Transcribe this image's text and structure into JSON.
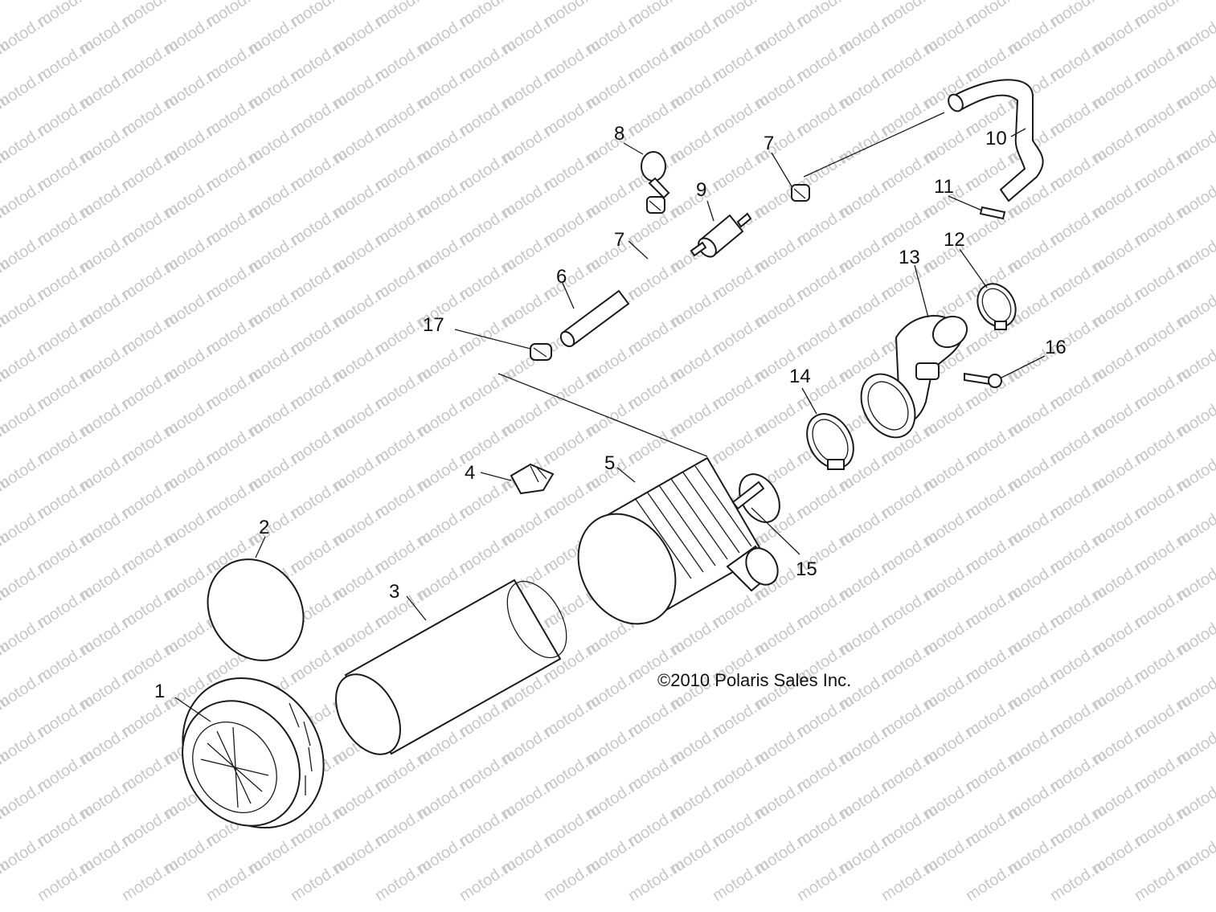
{
  "watermark": {
    "text": "motod.ru"
  },
  "copyright": "©2010 Polaris Sales Inc.",
  "callouts": [
    {
      "label": "1"
    },
    {
      "label": "2"
    },
    {
      "label": "3"
    },
    {
      "label": "4"
    },
    {
      "label": "5"
    },
    {
      "label": "6"
    },
    {
      "label": "7"
    },
    {
      "label": "7"
    },
    {
      "label": "8"
    },
    {
      "label": "9"
    },
    {
      "label": "10"
    },
    {
      "label": "11"
    },
    {
      "label": "12"
    },
    {
      "label": "13"
    },
    {
      "label": "14"
    },
    {
      "label": "15"
    },
    {
      "label": "16"
    },
    {
      "label": "17"
    }
  ]
}
